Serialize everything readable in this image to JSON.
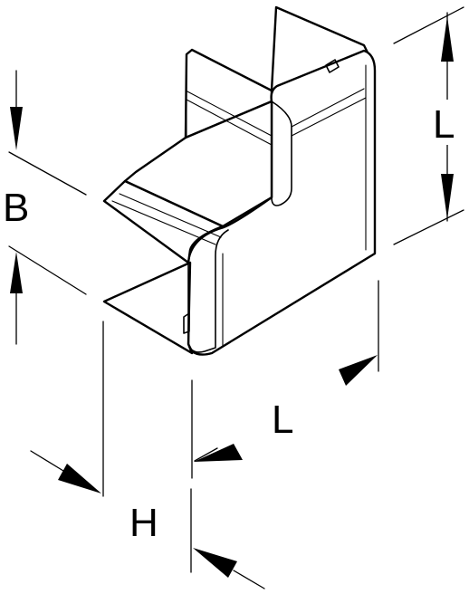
{
  "labels": {
    "B": "B",
    "L_vertical": "L",
    "L_horizontal": "L",
    "H": "H"
  }
}
